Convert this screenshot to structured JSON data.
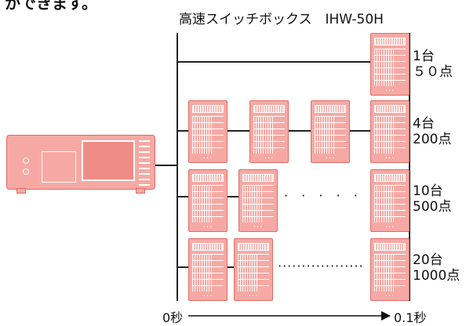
{
  "header_fragment": "かできます。",
  "title": "高速スイッチボックス　IHW-50H",
  "rows": [
    {
      "units": "1台",
      "points": "５０点"
    },
    {
      "units": "4台",
      "points": "200点"
    },
    {
      "units": "10台",
      "points": "500点"
    },
    {
      "units": "20台",
      "points": "1000点"
    }
  ],
  "time_axis": {
    "start": "0秒",
    "end": "0.1秒"
  },
  "ellipsis_row3": "· · · · · ·",
  "ellipsis_row4": "··················",
  "box_dots": "...",
  "colors": {
    "device_fill": "#f6a9a4",
    "device_border": "#e06b66",
    "line": "#222222"
  }
}
